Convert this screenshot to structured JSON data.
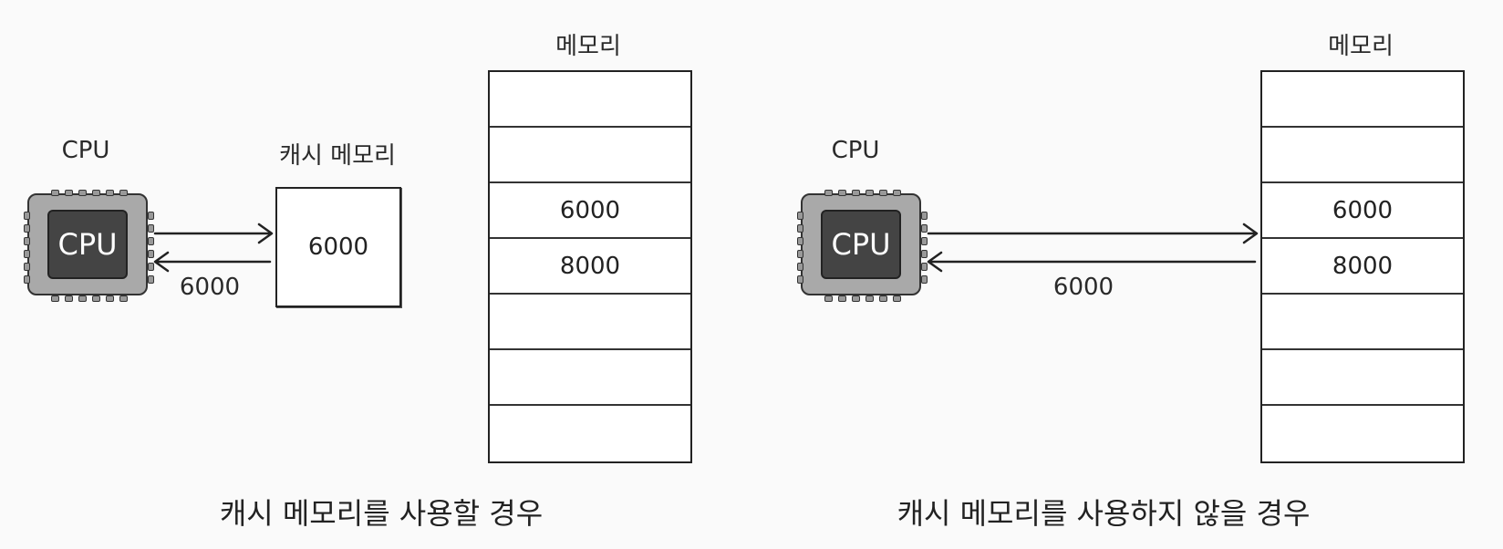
{
  "left": {
    "cpu_label": "CPU",
    "chip_text": "CPU",
    "cache_label": "캐시 메모리",
    "cache_value": "6000",
    "memory_label": "메모리",
    "memory_cells": [
      "",
      "",
      "6000",
      "8000",
      "",
      "",
      ""
    ],
    "return_value": "6000",
    "caption": "캐시 메모리를 사용할 경우"
  },
  "right": {
    "cpu_label": "CPU",
    "chip_text": "CPU",
    "memory_label": "메모리",
    "memory_cells": [
      "",
      "",
      "6000",
      "8000",
      "",
      "",
      ""
    ],
    "return_value": "6000",
    "caption": "캐시 메모리를 사용하지 않을 경우"
  }
}
